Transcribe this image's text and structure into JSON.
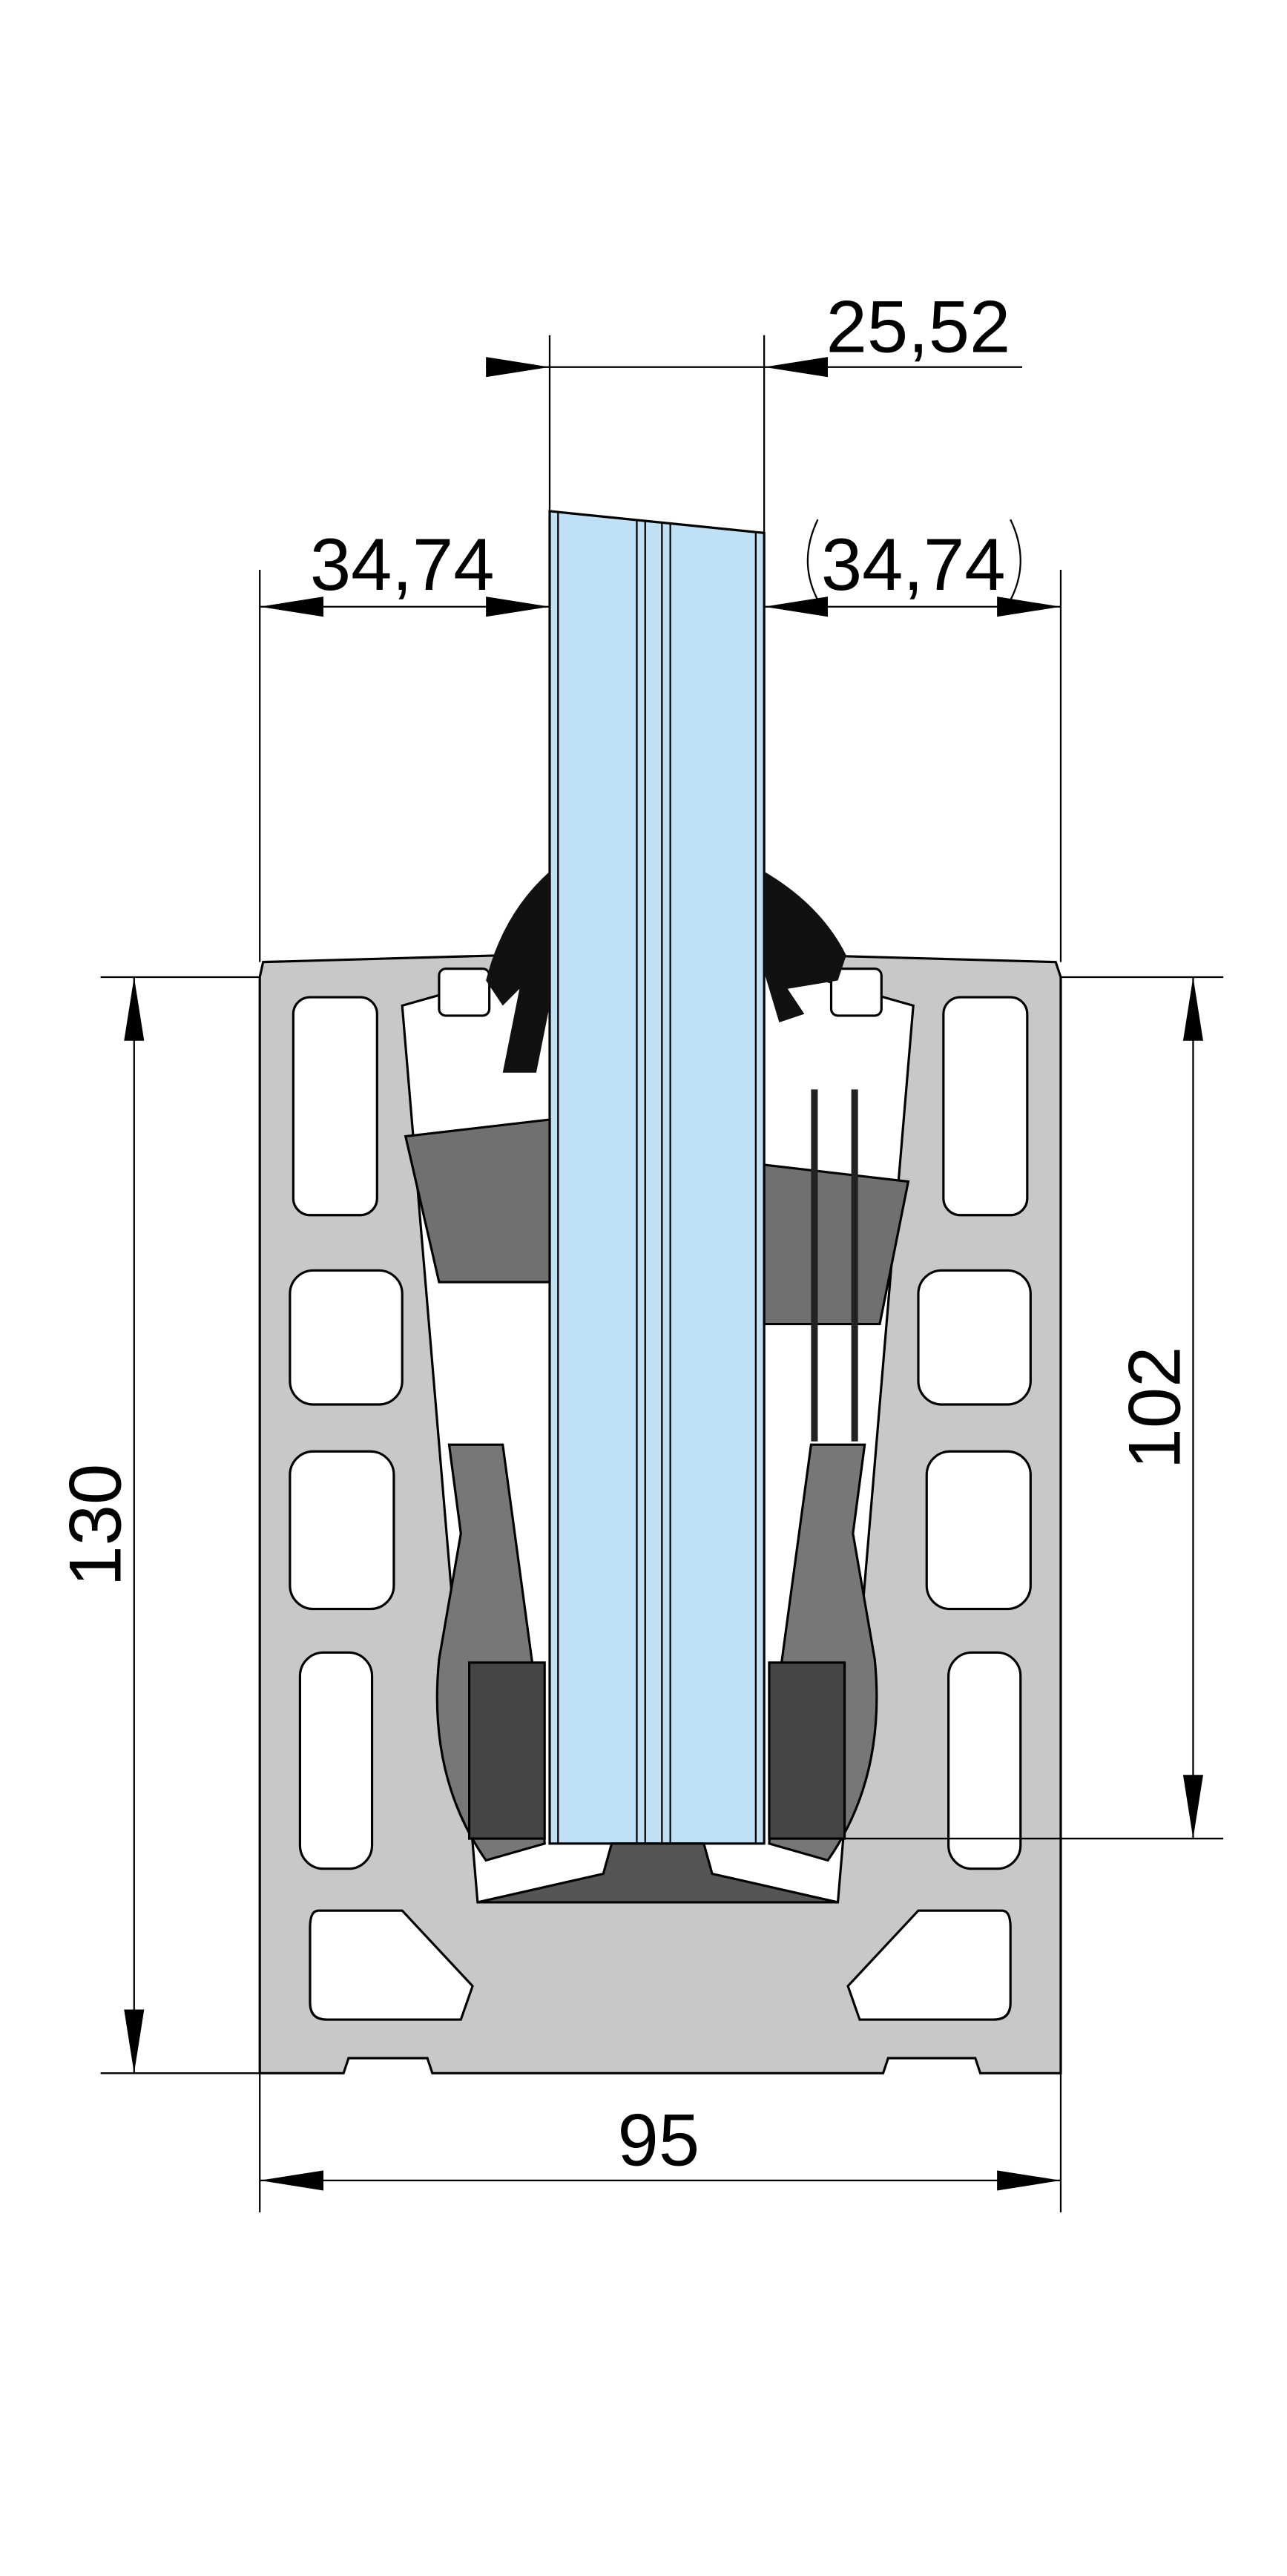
{
  "drawing": {
    "title": "Glass balustrade base profile cross-section",
    "dimensions": {
      "glass_thickness": "25,52",
      "left_offset": "34,74",
      "right_offset": "34,74",
      "total_height": "130",
      "channel_depth": "102",
      "total_width": "95"
    },
    "colors": {
      "profile": "#c8c8c8",
      "glass": "#bfe0f5",
      "wedge": "#707070",
      "clamp": "#777777",
      "block": "#454545",
      "gasket": "#111111"
    }
  }
}
